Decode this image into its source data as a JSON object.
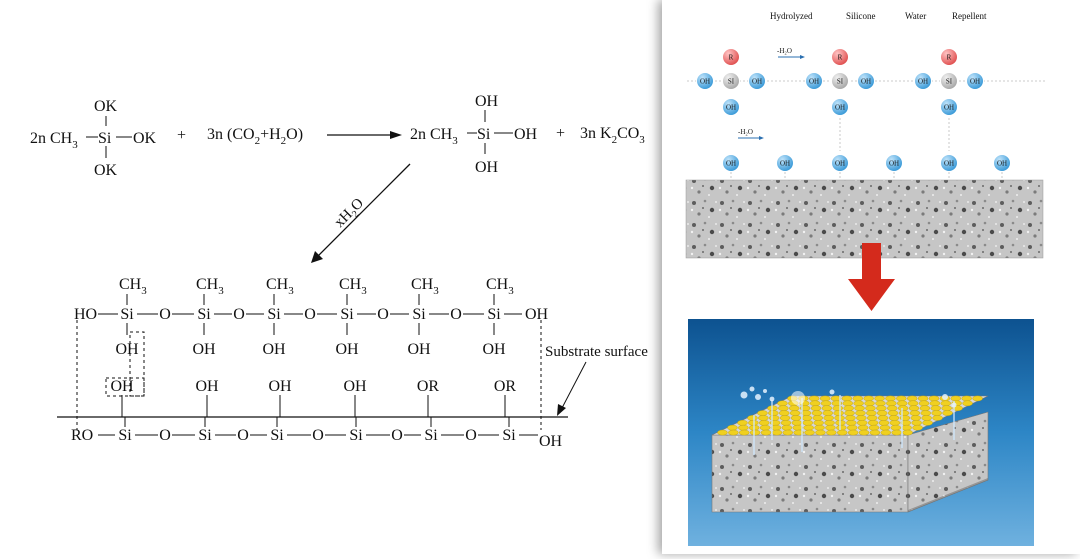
{
  "reaction": {
    "reactant1": {
      "prefix": "2n CH",
      "sub": "3",
      "center": "Si",
      "right": "OK",
      "top": "OK",
      "bottom": "OK"
    },
    "plus1": "+",
    "reactant2": {
      "t1": "3n (CO",
      "s1": "2",
      "t2": "+H",
      "s2": "2",
      "t3": "O)"
    },
    "product1": {
      "prefix": "2n CH",
      "sub": "3",
      "center": "Si",
      "right": "OH",
      "top": "OH",
      "bottom": "OH"
    },
    "plus2": "+",
    "product2": {
      "t1": "3n K",
      "s1": "2",
      "t2": "CO",
      "s2": "3"
    },
    "water": {
      "t1": "xH",
      "s1": "2",
      "t2": "O"
    }
  },
  "polymer": {
    "methyl": {
      "text": "CH",
      "sub": "3"
    },
    "si": "Si",
    "o": "O",
    "ho_left": "HO",
    "oh_right": "OH",
    "oh": "OH",
    "surface_groups": [
      "OH",
      "OH",
      "OH",
      "OH",
      "OR",
      "OR"
    ],
    "ro_left": "RO",
    "oh_bottom_right": "OH",
    "substrate_label": "Substrate surface"
  },
  "panel": {
    "title_words": [
      "Hydrolyzed",
      "Silicone",
      "Water",
      "Repellent"
    ],
    "r_label": "R",
    "si_label": "SI",
    "oh_label": "OH",
    "h2o_label": "-H₂O",
    "colors": {
      "r_ball": "#e05050",
      "si_ball": "#a8a8a8",
      "oh_ball": "#3a9ad8",
      "arrow_red": "#d42a1c",
      "slab_blue": "#1e74b8",
      "coating_yellow": "#f0d020"
    }
  }
}
